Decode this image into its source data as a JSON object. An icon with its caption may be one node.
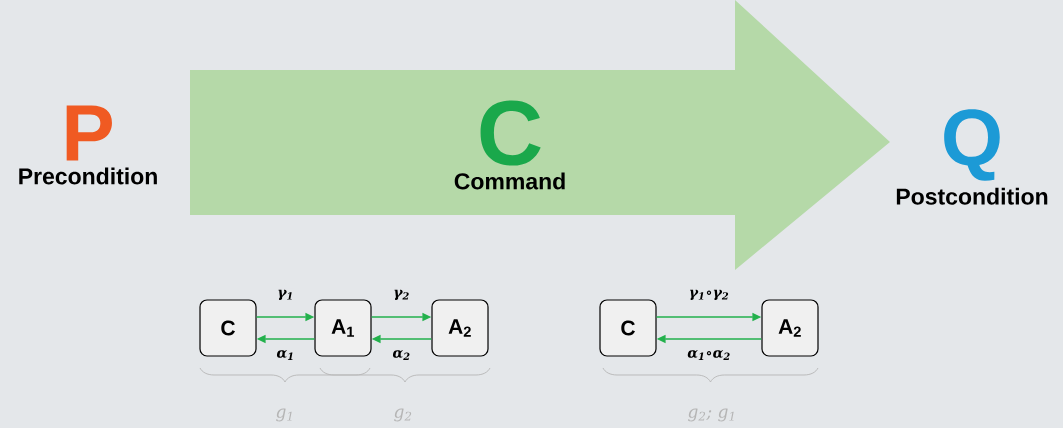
{
  "diagram": {
    "nodes": [
      {
        "text": [
          "P",
          "Precondition"
        ]
      },
      {
        "text": [
          "C",
          "Command"
        ]
      },
      {
        "text": [
          "Q",
          "Postcondition"
        ]
      },
      {
        "text": [
          "C"
        ]
      },
      {
        "text": [
          "A$_{1}$"
        ]
      },
      {
        "text": [
          "A$_{2}$"
        ]
      },
      {
        "text": [
          "C"
        ]
      },
      {
        "text": [
          "A$_{2}$"
        ]
      }
    ],
    "edges": [
      {
        "from": 3,
        "to": 4,
        "arrow": "to",
        "label": "γ$_{1}$"
      },
      {
        "from": 4,
        "to": 3,
        "arrow": "to",
        "label": "α$_{1}$"
      },
      {
        "from": 4,
        "to": 5,
        "arrow": "to",
        "label": "γ$_{2}$"
      },
      {
        "from": 5,
        "to": 4,
        "arrow": "to",
        "label": "α$_{2}$"
      },
      {
        "from": 6,
        "to": 7,
        "arrow": "to",
        "label": "γ$_{1}$∘γ$_{2}$"
      },
      {
        "from": 7,
        "to": 6,
        "arrow": "to",
        "label": "α$_{1}$∘α$_{2}$"
      }
    ],
    "labels": [
      "g$_{1}$",
      "g$_{2}$",
      "g$_{2}$; g$_{1}$"
    ]
  }
}
